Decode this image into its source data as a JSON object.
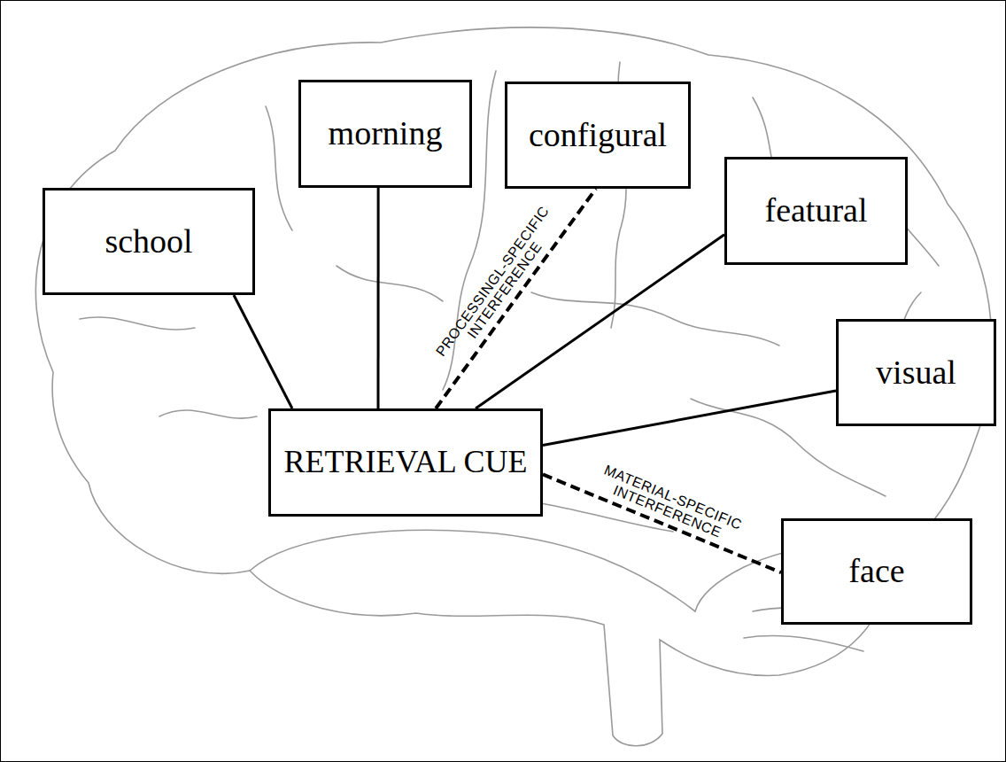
{
  "diagram": {
    "nodes": [
      {
        "text": [
          "school"
        ]
      },
      {
        "text": [
          "morning"
        ]
      },
      {
        "text": [
          "configural"
        ]
      },
      {
        "text": [
          "featural"
        ]
      },
      {
        "text": [
          "RETRIEVAL CUE"
        ]
      },
      {
        "text": [
          "visual"
        ]
      },
      {
        "text": [
          "face"
        ]
      }
    ],
    "edges": [
      {
        "from": 4,
        "to": 0,
        "arrow": "none"
      },
      {
        "from": 4,
        "to": 1,
        "arrow": "none"
      },
      {
        "from": 4,
        "to": 2,
        "arrow": "none",
        "label": "PROCESSINGL-SPECIFIC INTERFERENCE"
      },
      {
        "from": 4,
        "to": 3,
        "arrow": "none"
      },
      {
        "from": 4,
        "to": 5,
        "arrow": "none"
      },
      {
        "from": 4,
        "to": 6,
        "arrow": "none",
        "label": "MATERIAL-SPECIFIC INTERFERENCE"
      }
    ]
  }
}
